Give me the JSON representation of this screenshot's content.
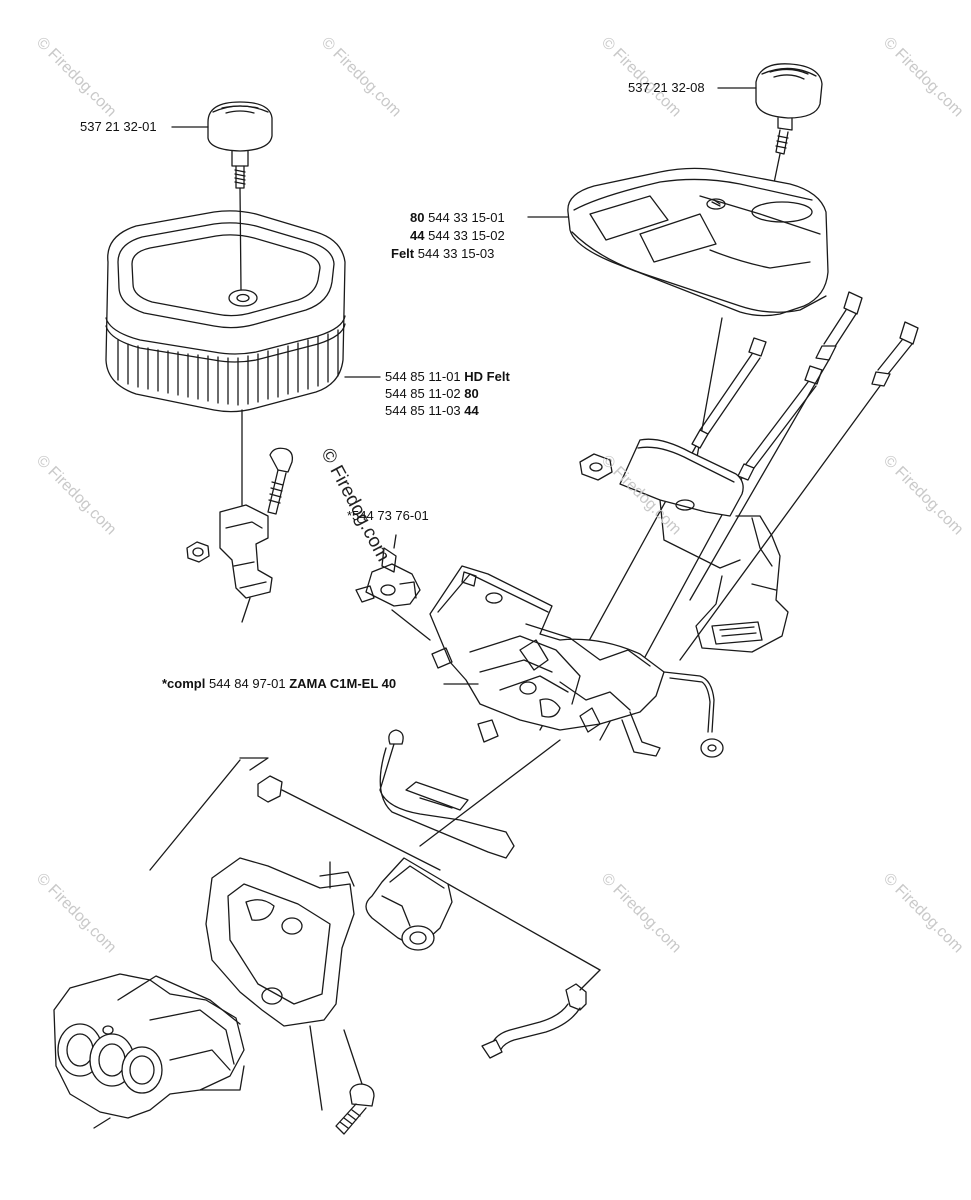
{
  "labels": {
    "knob_left": "537 21 32-01",
    "knob_right": "537 21 32-08",
    "cover_80_num": "80",
    "cover_80_part": "544 33 15-01",
    "cover_44_num": "44",
    "cover_44_part": "544 33 15-02",
    "cover_felt_num": "Felt",
    "cover_felt_part": "544 33 15-03",
    "filter_1_part": "544 85 11-01",
    "filter_1_type": "HD Felt",
    "filter_2_part": "544 85 11-02",
    "filter_2_type": "80",
    "filter_3_part": "544 85 11-03",
    "filter_3_type": "44",
    "carb_small": "*544 73 76-01",
    "carb_compl_prefix": "*compl",
    "carb_compl_part": "544 84 97-01",
    "carb_compl_model": "ZAMA C1M-EL 40"
  },
  "watermark": {
    "text": "© Firedog.com"
  },
  "colors": {
    "line": "#1a1a1a",
    "watermark": "#c9c9c9",
    "background": "#ffffff"
  }
}
